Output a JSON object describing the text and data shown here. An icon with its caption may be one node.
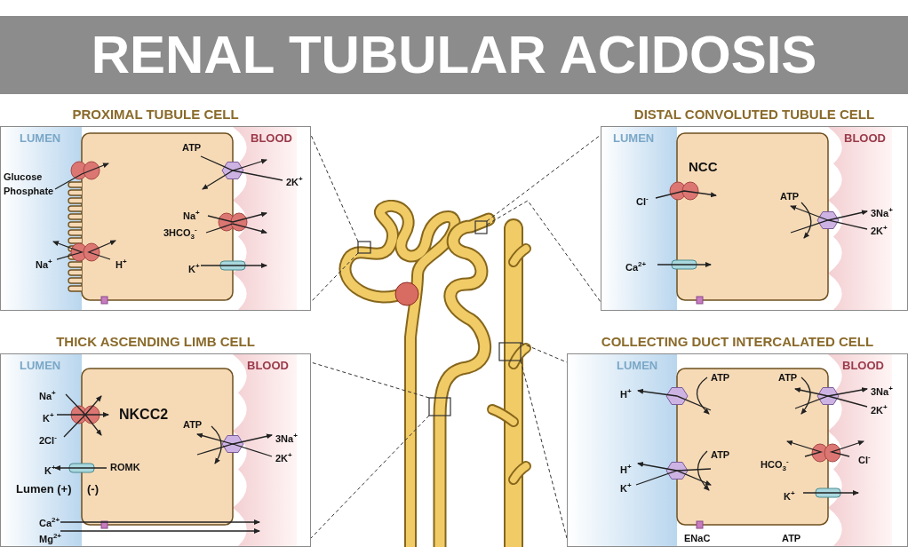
{
  "diagram": {
    "title": "RENAL TUBULAR ACIDOSIS",
    "nodes": [
      {
        "text": [
          "PROXIMAL TUBULE CELL"
        ]
      },
      {
        "text": [
          "DISTAL CONVOLUTED TUBULE CELL"
        ]
      },
      {
        "text": [
          "THICK ASCENDING LIMB CELL"
        ]
      },
      {
        "text": [
          "COLLECTING DUCT INTERCALATED CELL"
        ]
      },
      {
        "text": [],
        "shape": "picture"
      },
      {
        "text": [],
        "shape": "box",
        "in": 4
      },
      {
        "text": [],
        "shape": "box",
        "in": 4
      },
      {
        "text": [],
        "shape": "box",
        "in": 4
      },
      {
        "text": [],
        "shape": "box",
        "in": 4
      }
    ],
    "edges": [
      {
        "from": 5,
        "to": 0,
        "arrow": "none",
        "style": "dashed"
      },
      {
        "from": 5,
        "to": 0,
        "arrow": "none",
        "style": "dashed"
      },
      {
        "from": 6,
        "to": 1,
        "arrow": "none",
        "style": "dashed"
      },
      {
        "from": 6,
        "to": 1,
        "arrow": "none",
        "style": "dashed"
      },
      {
        "from": 7,
        "to": 2,
        "arrow": "none",
        "style": "dashed"
      },
      {
        "from": 7,
        "to": 2,
        "arrow": "none",
        "style": "dashed"
      },
      {
        "from": 8,
        "to": 3,
        "arrow": "none",
        "style": "dashed"
      },
      {
        "from": 8,
        "to": 3,
        "arrow": "none",
        "style": "dashed"
      }
    ],
    "labels": [
      "LUMEN",
      "BLOOD",
      "Glucose",
      "Phosphate",
      "ATP",
      "2K$^{+}$",
      "Na$^{+}$",
      "3HCO$_{3}$$^{-}$",
      "Na$^{+}$",
      "H$^{+}$",
      "K$^{+}$",
      "LUMEN",
      "BLOOD",
      "NCC",
      "Cl$^{-}$",
      "ATP",
      "3Na$^{+}$",
      "2K$^{+}$",
      "Ca$^{2+}$",
      "LUMEN",
      "BLOOD",
      "Na$^{+}$",
      "K$^{+}$",
      "2Cl$^{-}$",
      "NKCC2",
      "ATP",
      "3Na$^{+}$",
      "2K$^{+}$",
      "K$^{+}$",
      "ROMK",
      "Lumen (+)",
      "(-)",
      "Ca$^{2+}$",
      "Mg$^{2+}$",
      "LUMEN",
      "BLOOD",
      "H$^{+}$",
      "ATP",
      "ATP",
      "3Na$^{+}$",
      "2K$^{+}$",
      "ATP",
      "H$^{+}$",
      "K$^{+}$",
      "HCO$_{3}$$^{-}$",
      "Cl$^{-}$",
      "K$^{+}$",
      "ENaC",
      "ATP"
    ]
  }
}
